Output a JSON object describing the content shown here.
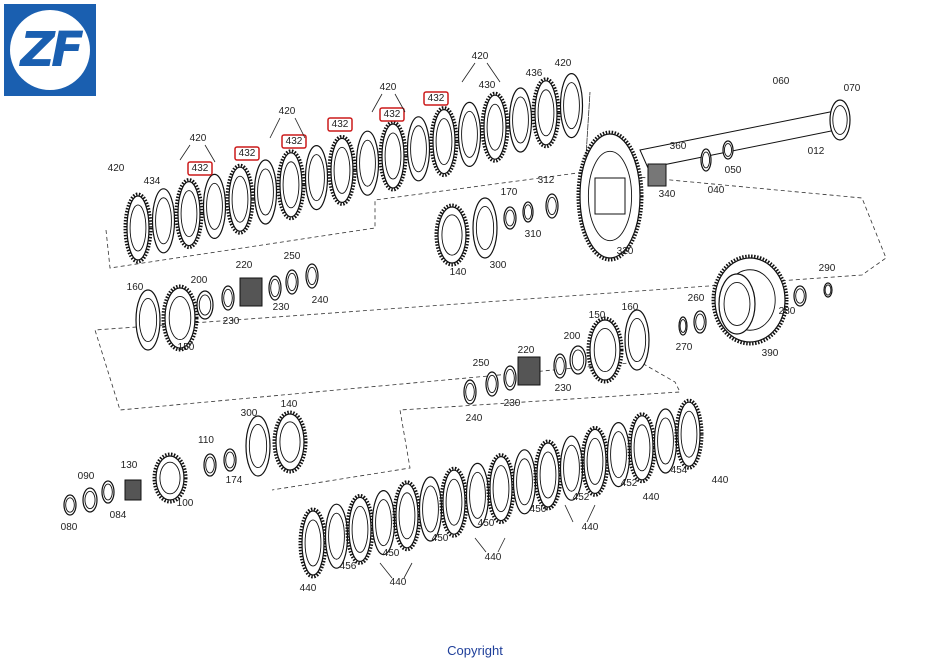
{
  "brand": {
    "logo_text": "ZF",
    "color": "#1a5fb0"
  },
  "footer": {
    "copyright": "Copyright"
  },
  "highlight_color": "#cc1a1a",
  "parts": [
    {
      "id": "420a",
      "label": "420"
    },
    {
      "id": "434",
      "label": "434"
    },
    {
      "id": "432a",
      "label": "432",
      "highlight": true
    },
    {
      "id": "420b",
      "label": "420"
    },
    {
      "id": "432b",
      "label": "432",
      "highlight": true
    },
    {
      "id": "420c",
      "label": "420"
    },
    {
      "id": "432c",
      "label": "432",
      "highlight": true
    },
    {
      "id": "432d",
      "label": "432",
      "highlight": true
    },
    {
      "id": "420d",
      "label": "420"
    },
    {
      "id": "432e",
      "label": "432",
      "highlight": true
    },
    {
      "id": "432f",
      "label": "432",
      "highlight": true
    },
    {
      "id": "420e",
      "label": "420"
    },
    {
      "id": "430",
      "label": "430"
    },
    {
      "id": "436",
      "label": "436"
    },
    {
      "id": "420f",
      "label": "420"
    },
    {
      "id": "060",
      "label": "060"
    },
    {
      "id": "070",
      "label": "070"
    },
    {
      "id": "012",
      "label": "012"
    },
    {
      "id": "360",
      "label": "360"
    },
    {
      "id": "340",
      "label": "340"
    },
    {
      "id": "040",
      "label": "040"
    },
    {
      "id": "050",
      "label": "050"
    },
    {
      "id": "170a",
      "label": "170"
    },
    {
      "id": "312",
      "label": "312"
    },
    {
      "id": "310",
      "label": "310"
    },
    {
      "id": "140a",
      "label": "140"
    },
    {
      "id": "300a",
      "label": "300"
    },
    {
      "id": "320",
      "label": "320"
    },
    {
      "id": "160a",
      "label": "160"
    },
    {
      "id": "200a",
      "label": "200"
    },
    {
      "id": "220a",
      "label": "220"
    },
    {
      "id": "250a",
      "label": "250"
    },
    {
      "id": "240a",
      "label": "240"
    },
    {
      "id": "230a",
      "label": "230"
    },
    {
      "id": "230b",
      "label": "230"
    },
    {
      "id": "150a",
      "label": "150"
    },
    {
      "id": "260",
      "label": "260"
    },
    {
      "id": "290",
      "label": "290"
    },
    {
      "id": "280",
      "label": "280"
    },
    {
      "id": "270",
      "label": "270"
    },
    {
      "id": "390",
      "label": "390"
    },
    {
      "id": "150b",
      "label": "150"
    },
    {
      "id": "160b",
      "label": "160"
    },
    {
      "id": "200b",
      "label": "200"
    },
    {
      "id": "220b",
      "label": "220"
    },
    {
      "id": "250b",
      "label": "250"
    },
    {
      "id": "230c",
      "label": "230"
    },
    {
      "id": "230d",
      "label": "230"
    },
    {
      "id": "240b",
      "label": "240"
    },
    {
      "id": "300b",
      "label": "300"
    },
    {
      "id": "140b",
      "label": "140"
    },
    {
      "id": "110",
      "label": "110"
    },
    {
      "id": "174",
      "label": "174"
    },
    {
      "id": "130",
      "label": "130"
    },
    {
      "id": "090",
      "label": "090"
    },
    {
      "id": "084",
      "label": "084"
    },
    {
      "id": "080",
      "label": "080"
    },
    {
      "id": "100",
      "label": "100"
    },
    {
      "id": "440a",
      "label": "440"
    },
    {
      "id": "454",
      "label": "454"
    },
    {
      "id": "440b",
      "label": "440"
    },
    {
      "id": "452a",
      "label": "452"
    },
    {
      "id": "452b",
      "label": "452"
    },
    {
      "id": "440c",
      "label": "440"
    },
    {
      "id": "450a",
      "label": "450"
    },
    {
      "id": "450b",
      "label": "450"
    },
    {
      "id": "440d",
      "label": "440"
    },
    {
      "id": "450c",
      "label": "450"
    },
    {
      "id": "450d",
      "label": "450"
    },
    {
      "id": "440e",
      "label": "440"
    },
    {
      "id": "456",
      "label": "456"
    },
    {
      "id": "440f",
      "label": "440"
    }
  ]
}
